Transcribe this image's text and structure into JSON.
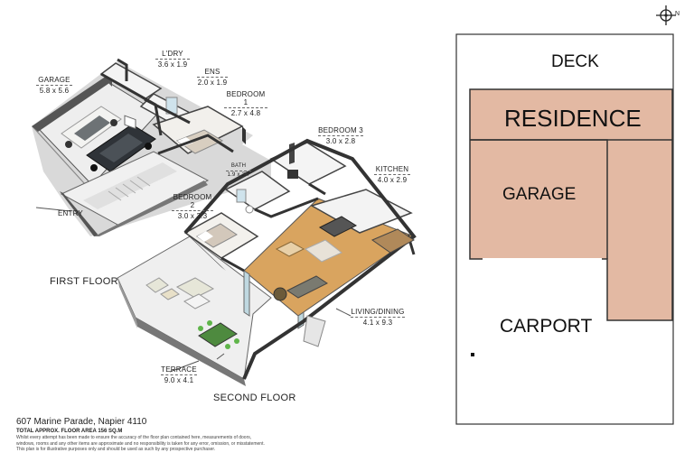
{
  "rooms": [
    {
      "key": "garage",
      "name": "GARAGE",
      "dim": "5.8 x 5.6"
    },
    {
      "key": "laundry",
      "name": "L'DRY",
      "dim": "3.6 x 1.9"
    },
    {
      "key": "ensuite",
      "name": "ENS",
      "dim": "2.0 x 1.9"
    },
    {
      "key": "bedroom1",
      "name": "BEDROOM 1",
      "dim": "2.7 x 4.8"
    },
    {
      "key": "bedroom3",
      "name": "BEDROOM 3",
      "dim": "3.0 x 2.8"
    },
    {
      "key": "bath",
      "name": "BATH",
      "dim": "1.9 x 2.7"
    },
    {
      "key": "kitchen",
      "name": "KITCHEN",
      "dim": "4.0 x 2.9"
    },
    {
      "key": "bedroom2",
      "name": "BEDROOM 2",
      "dim": "3.0 x 3.3"
    },
    {
      "key": "living",
      "name": "LIVING/DINING",
      "dim": "4.1 x 9.3"
    },
    {
      "key": "terrace",
      "name": "TERRACE",
      "dim": "9.0 x 4.1"
    }
  ],
  "labels": {
    "entry": "ENTRY",
    "first_floor": "FIRST FLOOR",
    "second_floor": "SECOND FLOOR"
  },
  "footer": {
    "address": "607 Marine Parade, Napier 4110",
    "area": "TOTAL APPROX. FLOOR AREA 156 SQ.M",
    "disclaimer_1": "Whilst every attempt has been made to ensure the accuracy of the floor plan contained here, measurements of doors,",
    "disclaimer_2": "windows, rooms and any other items are approximate and no responsibility is taken for any error, omission, or misstatement.",
    "disclaimer_3": "This plan is for illustrative purposes only and should be used as such by any prospective purchaser."
  },
  "site_plan": {
    "deck": "DECK",
    "residence": "RESIDENCE",
    "garage": "GARAGE",
    "carport": "CARPORT",
    "fill_color": "#e3b9a3"
  },
  "compass": {
    "letter": "N"
  }
}
